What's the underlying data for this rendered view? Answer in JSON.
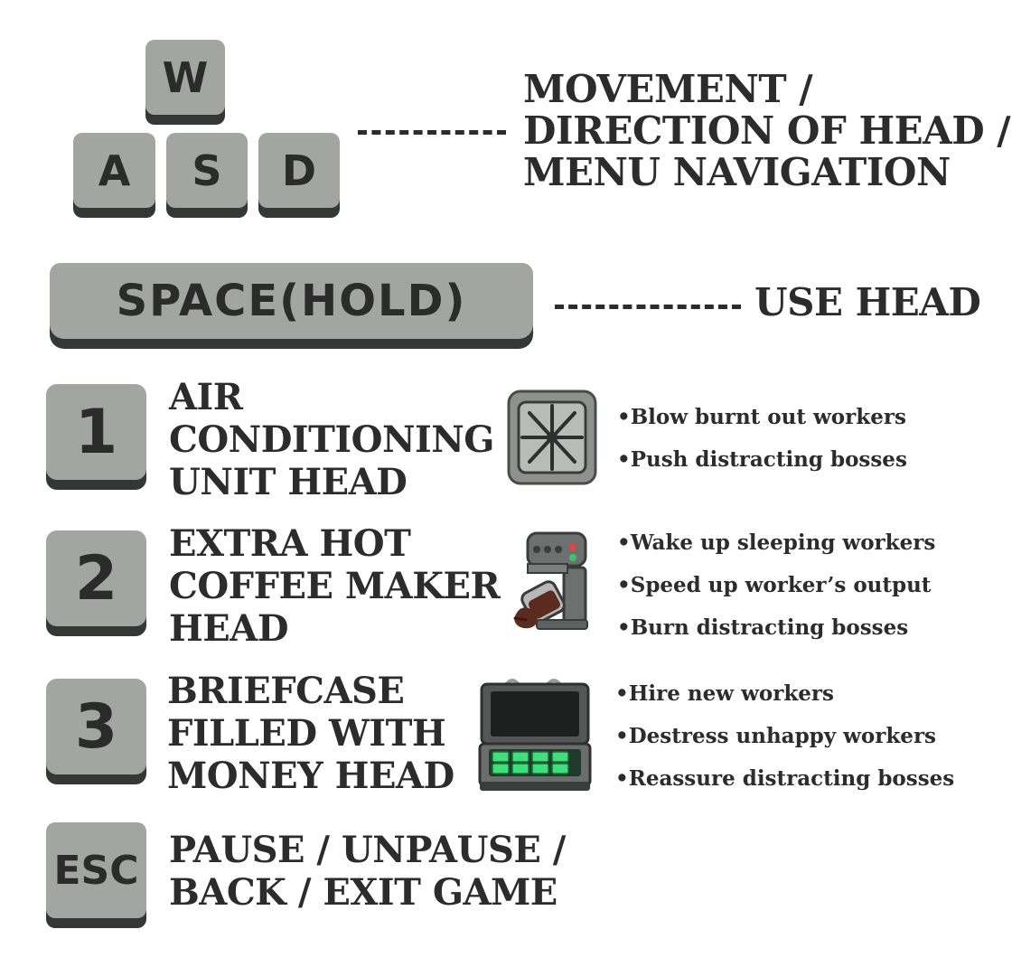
{
  "keys": {
    "w": "W",
    "a": "A",
    "s": "S",
    "d": "D",
    "space": "SPACE(HOLD)",
    "one": "1",
    "two": "2",
    "three": "3",
    "esc": "ESC"
  },
  "wasd": {
    "line1": "MOVEMENT /",
    "line2": "DIRECTION OF HEAD /",
    "line3": "MENU NAVIGATION"
  },
  "space_action": "USE HEAD",
  "heads": [
    {
      "title_lines": [
        "AIR",
        "CONDITIONING",
        "UNIT HEAD"
      ],
      "icon": "air-conditioner-icon",
      "abilities": [
        "Blow burnt out workers",
        "Push distracting bosses"
      ]
    },
    {
      "title_lines": [
        "EXTRA HOT",
        "COFFEE MAKER",
        "HEAD"
      ],
      "icon": "coffee-maker-icon",
      "abilities": [
        "Wake up sleeping workers",
        "Speed up worker’s output",
        "Burn distracting bosses"
      ]
    },
    {
      "title_lines": [
        "BRIEFCASE",
        "FILLED WITH",
        "MONEY HEAD"
      ],
      "icon": "money-briefcase-icon",
      "abilities": [
        "Hire new workers",
        "Destress unhappy workers",
        "Reassure distracting bosses"
      ]
    }
  ],
  "esc_action": {
    "line1": "PAUSE / UNPAUSE /",
    "line2": "BACK / EXIT GAME"
  },
  "colors": {
    "key_face": "#a3a5a2",
    "key_shadow": "#353636",
    "text": "#2c2c2c",
    "money_green": "#3ee07a"
  }
}
